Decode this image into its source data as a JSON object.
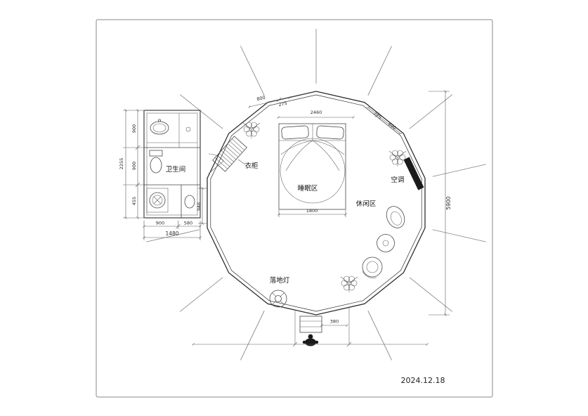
{
  "page": {
    "date": "2024.12.18"
  },
  "labels": {
    "bathroom": "卫生间",
    "wardrobe": "衣柜",
    "sleeping_area": "睡眠区",
    "leisure_area": "休闲区",
    "air_conditioner": "空调",
    "floor_lamp": "落地灯"
  },
  "dims": {
    "bath_height_total": "2255",
    "bath_h_seg1": "900",
    "bath_h_seg2": "900",
    "bath_h_seg3": "455",
    "bath_width_total": "1480",
    "bath_w_seg1": "900",
    "bath_w_seg2": "580",
    "bath_passage": "948",
    "top_seg1": "800",
    "top_seg2": "275",
    "top_span": "2460",
    "ne_seg1": "275",
    "ne_seg2": "690",
    "bed_width": "1800",
    "plan_height": "5900",
    "entry_width": "380"
  }
}
